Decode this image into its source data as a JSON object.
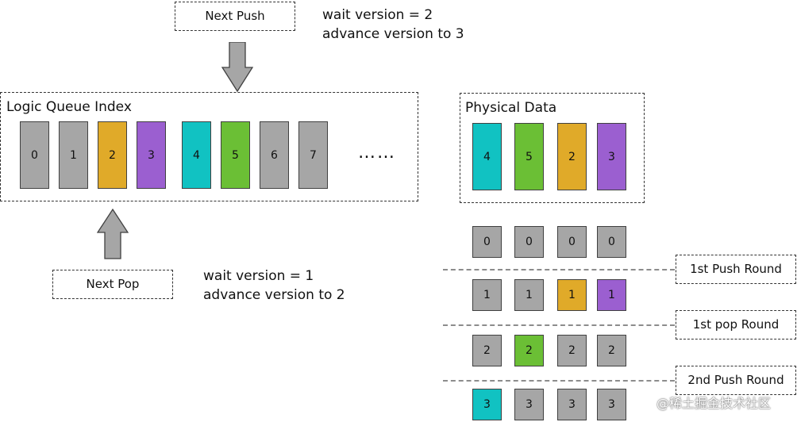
{
  "top_push": {
    "label": "Next Push",
    "note_line1": "wait version = 2",
    "note_line2": "advance version to 3"
  },
  "bottom_pop": {
    "label": "Next Pop",
    "note_line1": "wait version = 1",
    "note_line2": "advance version to 2"
  },
  "logic_queue": {
    "title": "Logic Queue Index",
    "cells": [
      {
        "text": "0",
        "color": "#a6a6a6"
      },
      {
        "text": "1",
        "color": "#a6a6a6"
      },
      {
        "text": "2",
        "color": "#e0aa29"
      },
      {
        "text": "3",
        "color": "#9b5fd0"
      },
      {
        "text": "4",
        "color": "#11c2c2"
      },
      {
        "text": "5",
        "color": "#6bbf35"
      },
      {
        "text": "6",
        "color": "#a6a6a6"
      },
      {
        "text": "7",
        "color": "#a6a6a6"
      }
    ],
    "ellipsis": "……"
  },
  "physical": {
    "title": "Physical Data",
    "cells": [
      {
        "text": "4",
        "color": "#11c2c2"
      },
      {
        "text": "5",
        "color": "#6bbf35"
      },
      {
        "text": "2",
        "color": "#e0aa29"
      },
      {
        "text": "3",
        "color": "#9b5fd0"
      }
    ]
  },
  "version_rows": [
    [
      {
        "text": "0",
        "color": "#a6a6a6"
      },
      {
        "text": "0",
        "color": "#a6a6a6"
      },
      {
        "text": "0",
        "color": "#a6a6a6"
      },
      {
        "text": "0",
        "color": "#a6a6a6"
      }
    ],
    [
      {
        "text": "1",
        "color": "#a6a6a6"
      },
      {
        "text": "1",
        "color": "#a6a6a6"
      },
      {
        "text": "1",
        "color": "#e0aa29"
      },
      {
        "text": "1",
        "color": "#9b5fd0"
      }
    ],
    [
      {
        "text": "2",
        "color": "#a6a6a6"
      },
      {
        "text": "2",
        "color": "#6bbf35"
      },
      {
        "text": "2",
        "color": "#a6a6a6"
      },
      {
        "text": "2",
        "color": "#a6a6a6"
      }
    ],
    [
      {
        "text": "3",
        "color": "#11c2c2"
      },
      {
        "text": "3",
        "color": "#a6a6a6"
      },
      {
        "text": "3",
        "color": "#a6a6a6"
      },
      {
        "text": "3",
        "color": "#a6a6a6"
      }
    ]
  ],
  "rounds": [
    "1st Push Round",
    "1st pop Round",
    "2nd Push Round"
  ],
  "watermark": "@稀土掘金技术社区",
  "colors": {
    "arrow": "#a6a6a6",
    "border": "#404040",
    "separator": "#8c8c8c"
  }
}
